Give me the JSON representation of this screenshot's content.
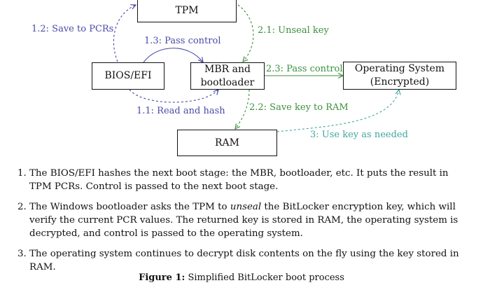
{
  "nodes": {
    "tpm": "TPM",
    "bios": "BIOS/EFI",
    "mbr_line1": "MBR and",
    "mbr_line2": "bootloader",
    "os_line1": "Operating System",
    "os_line2": "(Encrypted)",
    "ram": "RAM"
  },
  "edges": {
    "save_pcrs": "1.2: Save to PCRs",
    "pass_control_1": "1.3: Pass control",
    "read_hash": "1.1: Read and hash",
    "unseal": "2.1: Unseal key",
    "pass_control_2": "2.3: Pass control",
    "save_ram": "2.2: Save key to RAM",
    "use_key": "3: Use key as needed"
  },
  "colors": {
    "phase1": "#4a4aa8",
    "phase2": "#3c8f3c",
    "phase3": "#3ea6a0"
  },
  "steps": [
    {
      "text": "The BIOS/EFI hashes the next boot stage: the MBR, bootloader, etc. It puts the result in TPM PCRs. Control is passed to the next boot stage."
    },
    {
      "before": "The Windows bootloader asks the TPM to ",
      "emph": "unseal",
      "after": " the BitLocker encryption key, which will verify the current PCR values. The returned key is stored in RAM, the operating system is decrypted, and control is passed to the operating system."
    },
    {
      "text": "The operating system continues to decrypt disk contents on the fly using the key stored in RAM."
    }
  ],
  "caption": {
    "label": "Figure 1:",
    "text": "Simplified BitLocker boot process"
  }
}
